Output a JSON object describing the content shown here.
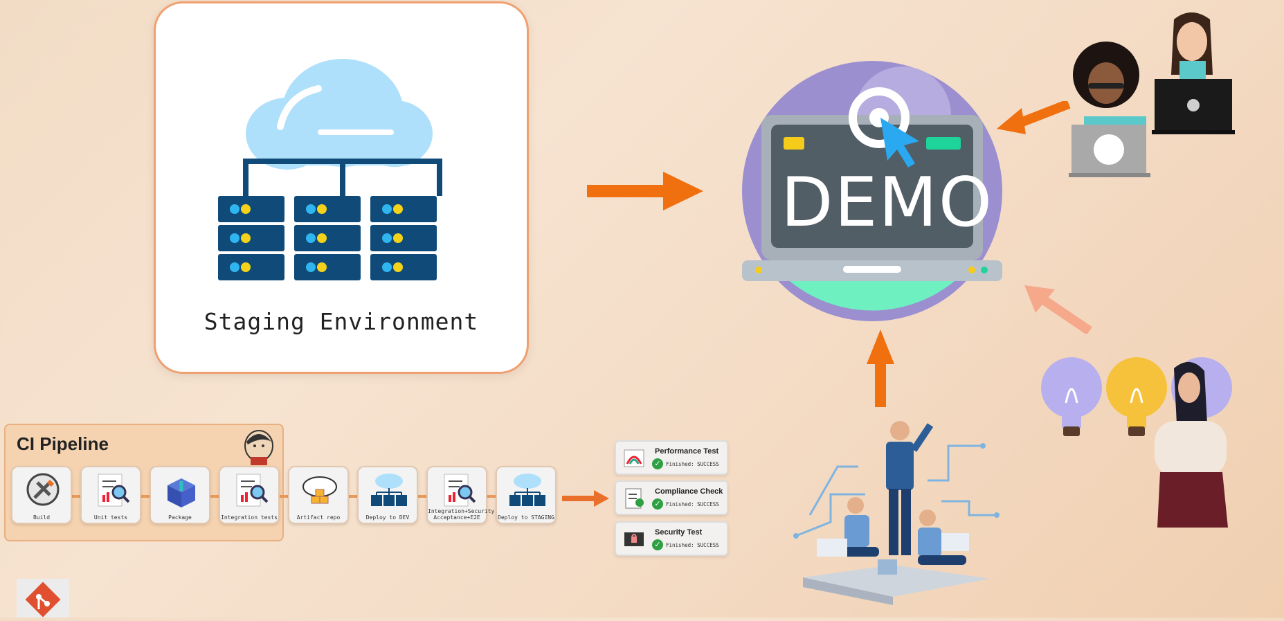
{
  "staging": {
    "label": "Staging Environment"
  },
  "demo": {
    "label": "DEMO"
  },
  "pipeline": {
    "title": "CI Pipeline",
    "stages": [
      {
        "label": "Build"
      },
      {
        "label": "Unit tests"
      },
      {
        "label": "Package"
      },
      {
        "label": "Integration tests"
      },
      {
        "label": "Artifact repo"
      },
      {
        "label": "Deploy to DEV"
      },
      {
        "label": "Integration+Security Acceptance+E2E"
      },
      {
        "label": "Deploy to STAGING"
      }
    ]
  },
  "results": [
    {
      "title": "Performance Test",
      "status": "Finished: SUCCESS"
    },
    {
      "title": "Compliance Check",
      "status": "Finished: SUCCESS"
    },
    {
      "title": "Security Test",
      "status": "Finished: SUCCESS"
    }
  ],
  "colors": {
    "arrow": "#f07010",
    "arrow_light": "#f5a98a",
    "server": "#0f4a78",
    "cloud": "#aee0fb",
    "demo_circle": "#9b8fd0",
    "demo_mint": "#6ff0c0"
  }
}
